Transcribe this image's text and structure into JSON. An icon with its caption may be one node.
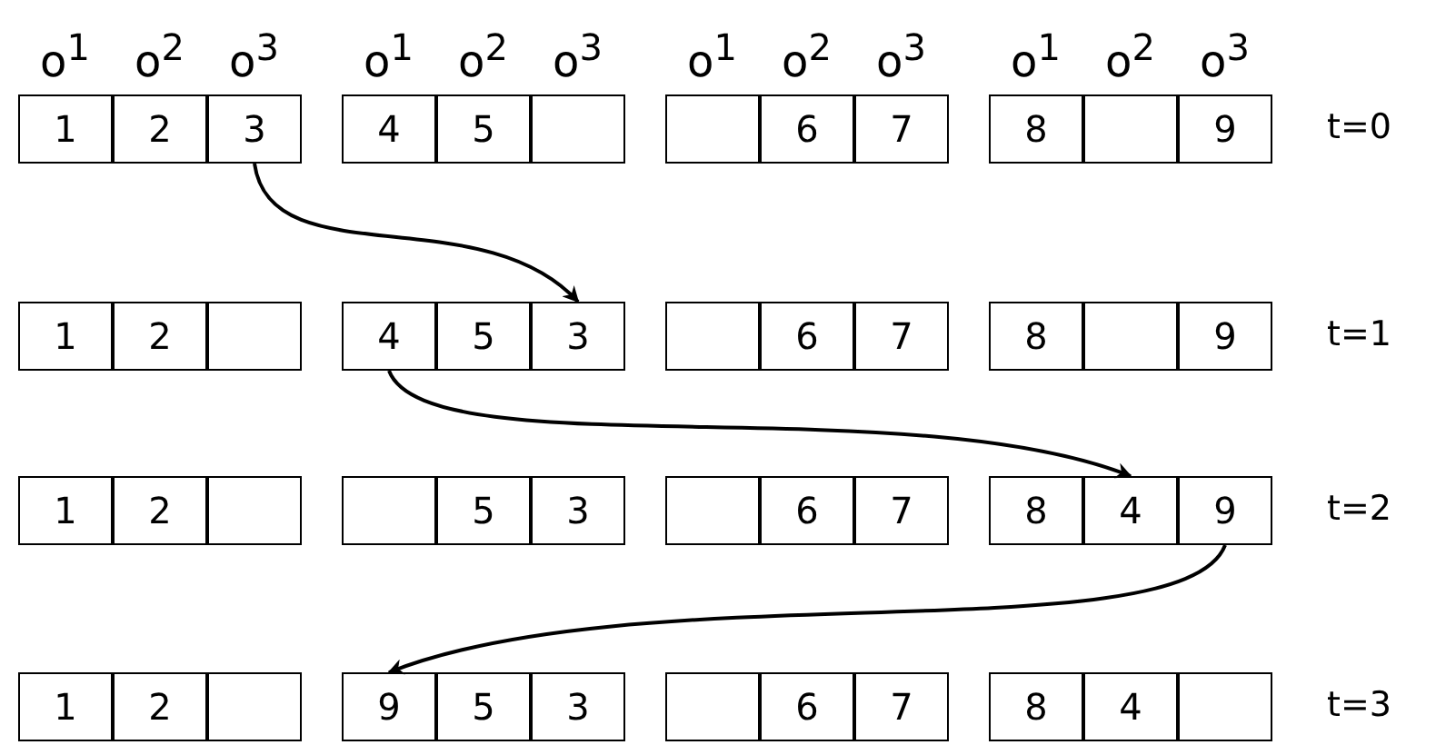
{
  "diagram": {
    "nodes": [
      {
        "text": [
          "1"
        ]
      },
      {
        "text": [
          "2"
        ]
      },
      {
        "text": [
          "3"
        ]
      },
      {
        "text": [
          "4"
        ]
      },
      {
        "text": [
          "5"
        ]
      },
      {
        "text": [],
        "shape": "box"
      },
      {
        "text": [],
        "shape": "box"
      },
      {
        "text": [
          "6"
        ]
      },
      {
        "text": [
          "7"
        ]
      },
      {
        "text": [
          "8"
        ]
      },
      {
        "text": [],
        "shape": "box"
      },
      {
        "text": [
          "9"
        ]
      },
      {
        "text": [
          "1"
        ]
      },
      {
        "text": [
          "2"
        ]
      },
      {
        "text": [],
        "shape": "box"
      },
      {
        "text": [
          "4"
        ]
      },
      {
        "text": [
          "5"
        ]
      },
      {
        "text": [
          "3"
        ]
      },
      {
        "text": [],
        "shape": "box"
      },
      {
        "text": [
          "6"
        ]
      },
      {
        "text": [
          "7"
        ]
      },
      {
        "text": [
          "8"
        ]
      },
      {
        "text": [],
        "shape": "box"
      },
      {
        "text": [
          "9"
        ]
      },
      {
        "text": [
          "1"
        ]
      },
      {
        "text": [
          "2"
        ]
      },
      {
        "text": [],
        "shape": "box"
      },
      {
        "text": [],
        "shape": "box"
      },
      {
        "text": [
          "5"
        ]
      },
      {
        "text": [
          "3"
        ]
      },
      {
        "text": [],
        "shape": "box"
      },
      {
        "text": [
          "6"
        ]
      },
      {
        "text": [
          "7"
        ]
      },
      {
        "text": [
          "8"
        ]
      },
      {
        "text": [
          "4"
        ]
      },
      {
        "text": [
          "9"
        ]
      },
      {
        "text": [
          "1"
        ]
      },
      {
        "text": [
          "2"
        ]
      },
      {
        "text": [],
        "shape": "box"
      },
      {
        "text": [
          "9"
        ]
      },
      {
        "text": [
          "5"
        ]
      },
      {
        "text": [
          "3"
        ]
      },
      {
        "text": [],
        "shape": "box"
      },
      {
        "text": [
          "6"
        ]
      },
      {
        "text": [
          "7"
        ]
      },
      {
        "text": [
          "8"
        ]
      },
      {
        "text": [
          "4"
        ]
      },
      {
        "text": [],
        "shape": "box"
      }
    ],
    "edges": [
      {
        "from": 2,
        "to": 17,
        "arrow": "to"
      },
      {
        "from": 15,
        "to": 34,
        "arrow": "to"
      },
      {
        "from": 35,
        "to": 39,
        "arrow": "to"
      }
    ],
    "labels": [
      "o$^{1}$",
      "o$^{2}$",
      "o$^{3}$",
      "o$^{1}$",
      "o$^{2}$",
      "o$^{3}$",
      "o$^{1}$",
      "o$^{2}$",
      "o$^{3}$",
      "o$^{1}$",
      "o$^{2}$",
      "o$^{3}$",
      "t=0",
      "t=1",
      "t=2",
      "t=3"
    ]
  }
}
